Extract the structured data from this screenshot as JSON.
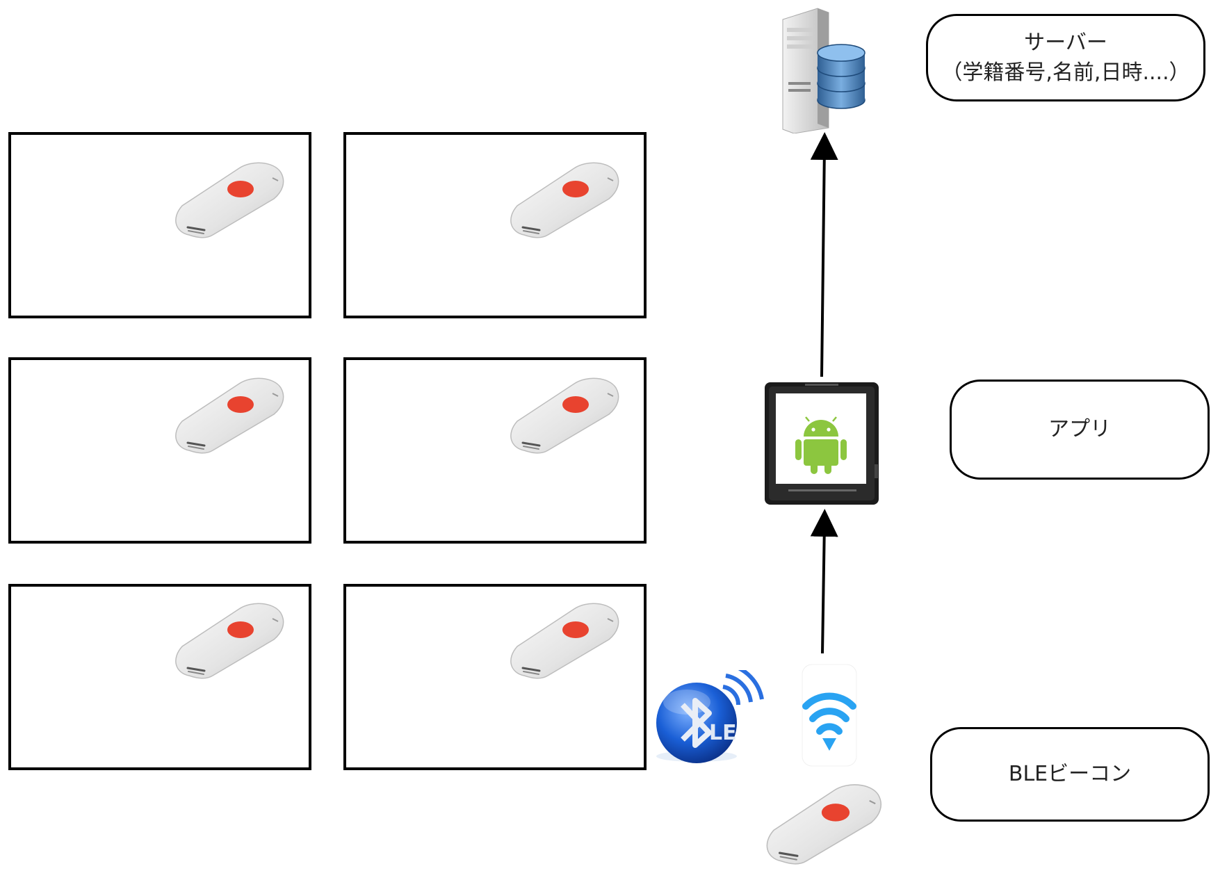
{
  "labels": {
    "server": {
      "line1": "サーバー",
      "line2": "（学籍番号,名前,日時....）"
    },
    "app": "アプリ",
    "beacon": "BLEビーコン"
  },
  "ble_logo_text": "LE",
  "rooms": [
    {
      "id": "room-1"
    },
    {
      "id": "room-2"
    },
    {
      "id": "room-3"
    },
    {
      "id": "room-4"
    },
    {
      "id": "room-5"
    },
    {
      "id": "room-6"
    }
  ],
  "icons": {
    "server": "server-database-icon",
    "tablet": "android-tablet-icon",
    "bluetooth": "bluetooth-le-icon",
    "signal": "wireless-signal-icon",
    "beacon": "ble-beacon-icon"
  },
  "colors": {
    "beacon_button": "#e8432f",
    "android_green": "#8cc63f",
    "signal_blue": "#29a3f2",
    "bluetooth_blue": "#1a5fd6"
  }
}
